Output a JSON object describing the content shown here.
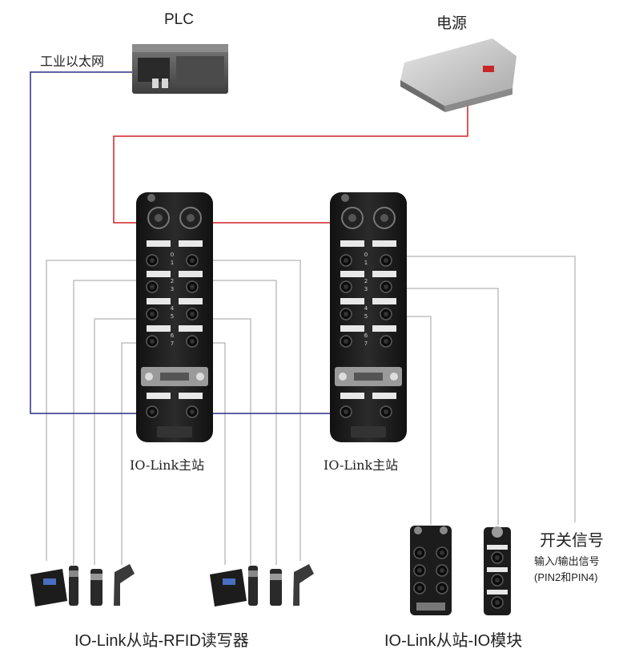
{
  "labels": {
    "plc": "PLC",
    "power": "电源",
    "ethernet": "工业以太网",
    "master1": "IO-Link主站",
    "master2": "IO-Link主站",
    "switch_signal": "开关信号",
    "io_signal": "输入/输出信号",
    "pin_note": "(PIN2和PIN4)",
    "slave_rfid": "IO-Link从站-RFID读写器",
    "slave_io": "IO-Link从站-IO模块"
  },
  "device_markings": {
    "port_numbers": [
      "0",
      "1",
      "2",
      "3",
      "4",
      "5",
      "6",
      "7"
    ]
  },
  "colors": {
    "ethernet_line": "#2b2f86",
    "power_line": "#d42027",
    "signal_line": "#b5b5b5",
    "module_body": "#1a1a1a"
  }
}
